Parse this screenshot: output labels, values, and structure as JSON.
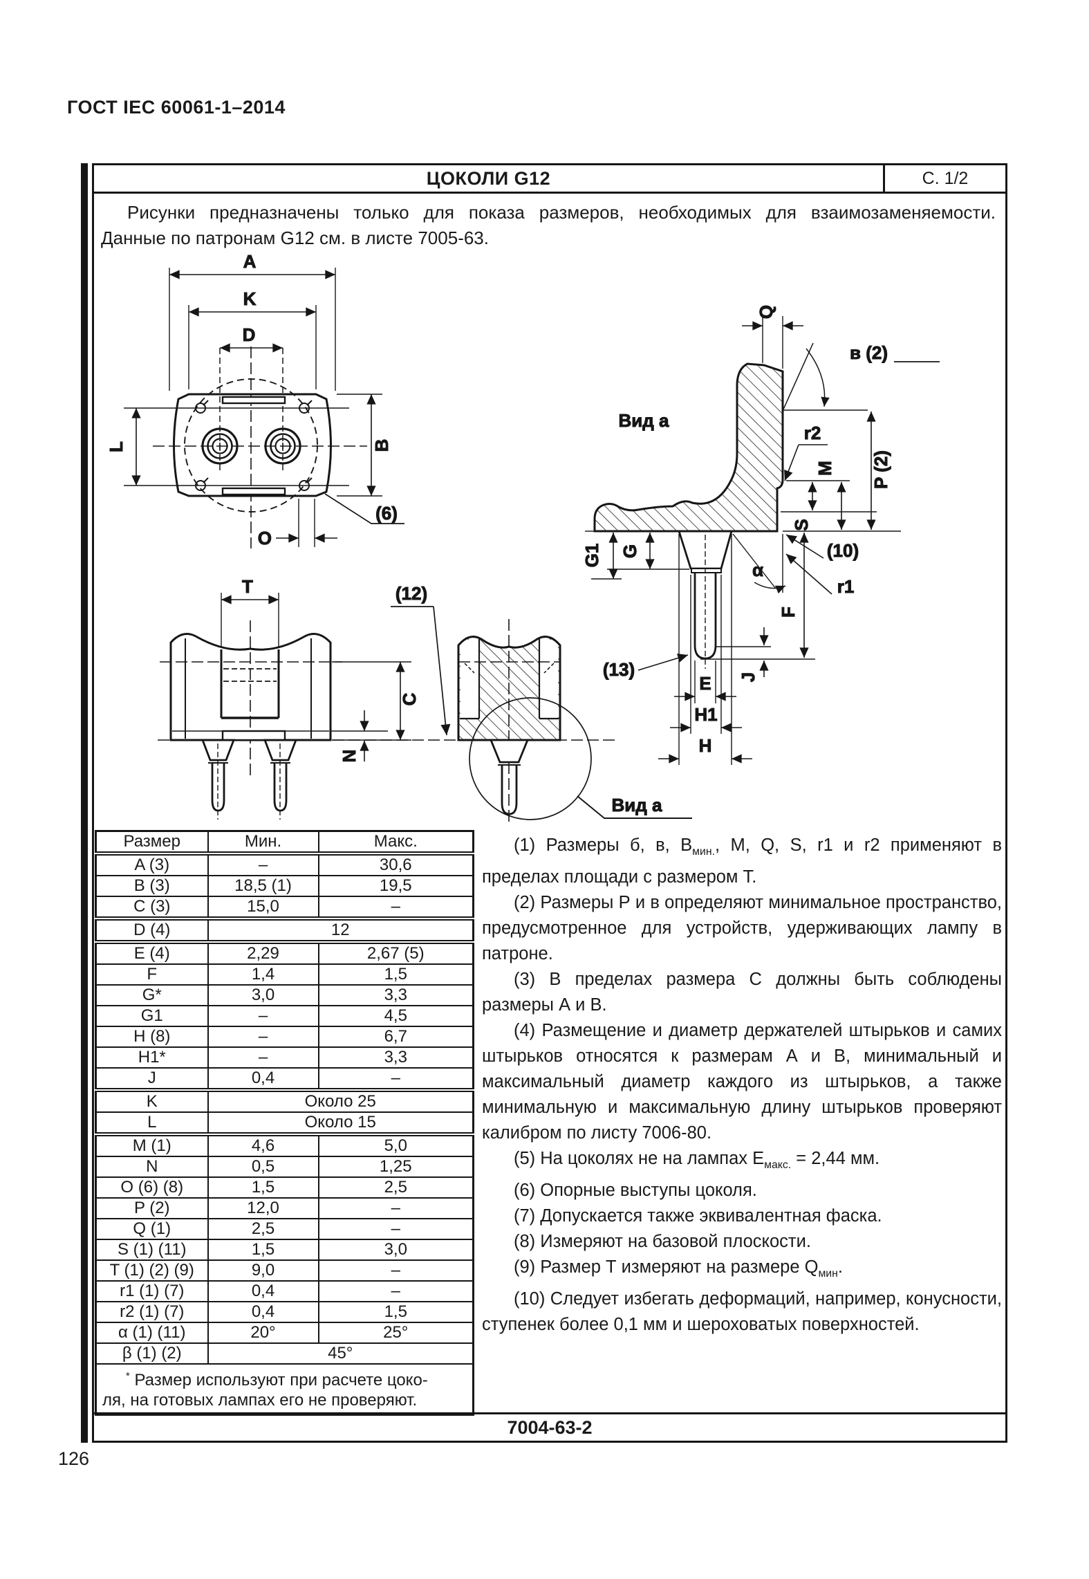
{
  "header": {
    "standard": "ГОСТ IEC 60061-1–2014",
    "sheet_title": "ЦОКОЛИ G12",
    "page_ref": "С. 1/2"
  },
  "intro": {
    "line1": "Рисунки предназначены только для показа размеров, необходимых для взаимозаменяемости.",
    "line2": "Данные по патронам G12 см. в листе 7005-63."
  },
  "drawing": {
    "labels": {
      "A": "A",
      "K": "K",
      "D": "D",
      "L": "L",
      "B": "B",
      "O": "O",
      "T": "T",
      "C": "C",
      "N": "N",
      "Q": "Q",
      "M": "M",
      "S": "S",
      "F": "F",
      "J": "J",
      "E": "E",
      "H1": "H1",
      "H": "H",
      "G": "G",
      "G1": "G1",
      "r1": "r1",
      "r2": "r2",
      "alpha": "α",
      "angle_v": "в (2)",
      "P2": "P (2)",
      "n6": "(6)",
      "n10": "(10)",
      "n12": "(12)",
      "n13": "(13)",
      "view_a": "Вид а"
    }
  },
  "table": {
    "headers": [
      "Размер",
      "Мин.",
      "Макс."
    ],
    "rows": [
      {
        "label": "A (3)",
        "min": "–",
        "max": "30,6"
      },
      {
        "label": "B (3)",
        "min": "18,5 (1)",
        "max": "19,5"
      },
      {
        "label": "C (3)",
        "min": "15,0",
        "max": "–"
      },
      {
        "label": "D (4)",
        "span": "12"
      },
      {
        "label": "E (4)",
        "min": "2,29",
        "max": "2,67 (5)"
      },
      {
        "label": "F",
        "min": "1,4",
        "max": "1,5"
      },
      {
        "label": "G*",
        "min": "3,0",
        "max": "3,3"
      },
      {
        "label": "G1",
        "min": "–",
        "max": "4,5"
      },
      {
        "label": "H (8)",
        "min": "–",
        "max": "6,7"
      },
      {
        "label": "H1*",
        "min": "–",
        "max": "3,3"
      },
      {
        "label": "J",
        "min": "0,4",
        "max": "–"
      },
      {
        "label": "K",
        "span": "Около 25"
      },
      {
        "label": "L",
        "span": "Около 15"
      },
      {
        "label": "M (1)",
        "min": "4,6",
        "max": "5,0"
      },
      {
        "label": "N",
        "min": "0,5",
        "max": "1,25"
      },
      {
        "label": "O (6) (8)",
        "min": "1,5",
        "max": "2,5"
      },
      {
        "label": "P (2)",
        "min": "12,0",
        "max": "–"
      },
      {
        "label": "Q (1)",
        "min": "2,5",
        "max": "–"
      },
      {
        "label": "S (1) (11)",
        "min": "1,5",
        "max": "3,0"
      },
      {
        "label": "T (1) (2) (9)",
        "min": "9,0",
        "max": "–"
      },
      {
        "label": "r1 (1) (7)",
        "min": "0,4",
        "max": "–"
      },
      {
        "label": "r2 (1) (7)",
        "min": "0,4",
        "max": "1,5"
      },
      {
        "label": "α (1) (11)",
        "min": "20°",
        "max": "25°"
      },
      {
        "label": "β (1) (2)",
        "span": "45°"
      }
    ],
    "footnote": {
      "sup": "*",
      "line1": " Размер используют при расчете цоко-",
      "line2": "ля, на готовых лампах его не проверяют."
    }
  },
  "notes": {
    "n1": {
      "pre": "(1) Размеры б, в, В",
      "sub": "мин.",
      "post": ", M, Q, S, r1 и r2 применяют в пределах площади с размером Т."
    },
    "n2": {
      "text": "(2) Размеры Р и в определяют минимальное пространство, предусмотренное для устройств, удерживающих лампу в патроне."
    },
    "n3": {
      "text": "(3) В пределах размера С должны быть соблюдены размеры А и В."
    },
    "n4": {
      "text": "(4) Размещение и диаметр держателей штырьков и самих штырьков относятся к размерам А и В, минимальный и максимальный диаметр каждого из штырьков, а также минимальную и максимальную длину штырьков проверяют калибром по листу 7006-80."
    },
    "n5": {
      "pre": "(5) На цоколях не на лампах Е",
      "sub": "макс.",
      "post": " = 2,44 мм."
    },
    "n6": {
      "text": "(6) Опорные выступы цоколя."
    },
    "n7": {
      "text": "(7) Допускается также эквивалентная фаска."
    },
    "n8": {
      "text": "(8) Измеряют на базовой плоскости."
    },
    "n9": {
      "pre": "(9) Размер Т измеряют на размере Q",
      "sub": "мин",
      "post": "."
    },
    "n10": {
      "text": "(10) Следует избегать деформаций, например, конусности, ступенек более 0,1 мм и шероховатых поверхностей."
    }
  },
  "footer": {
    "sheet_number": "7004-63-2",
    "page_number": "126"
  }
}
